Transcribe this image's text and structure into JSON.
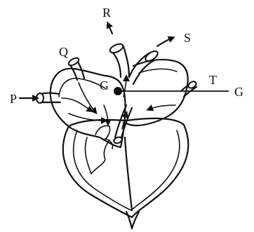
{
  "figure": {
    "labels": {
      "P": "P",
      "Q": "Q",
      "R": "R",
      "S": "S",
      "T": "T",
      "G_inner": "G",
      "G_outer": "G"
    }
  }
}
